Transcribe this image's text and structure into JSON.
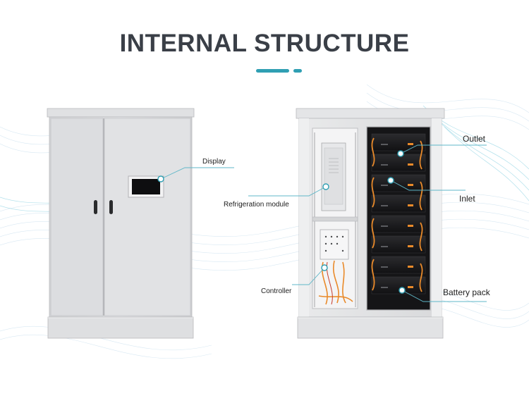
{
  "title": "INTERNAL STRUCTURE",
  "accent_color": "#2f9fb3",
  "labels": {
    "display": "Display",
    "refrigeration_module": "Refrigeration module",
    "controller": "Controller",
    "outlet": "Outlet",
    "inlet": "Inlet",
    "battery_pack": "Battery pack"
  }
}
